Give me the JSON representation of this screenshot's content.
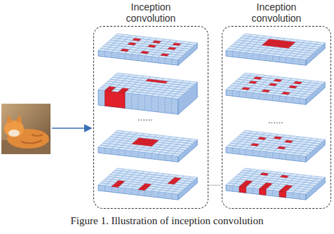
{
  "diagram": {
    "caption": "Figure 1. Illustration of inception convolution",
    "nodes": [
      {
        "text": [
          "Inception convolution"
        ]
      },
      {
        "text": [
          "Inception convolution"
        ]
      }
    ],
    "labels": [
      "......",
      "......",
      "......"
    ]
  }
}
